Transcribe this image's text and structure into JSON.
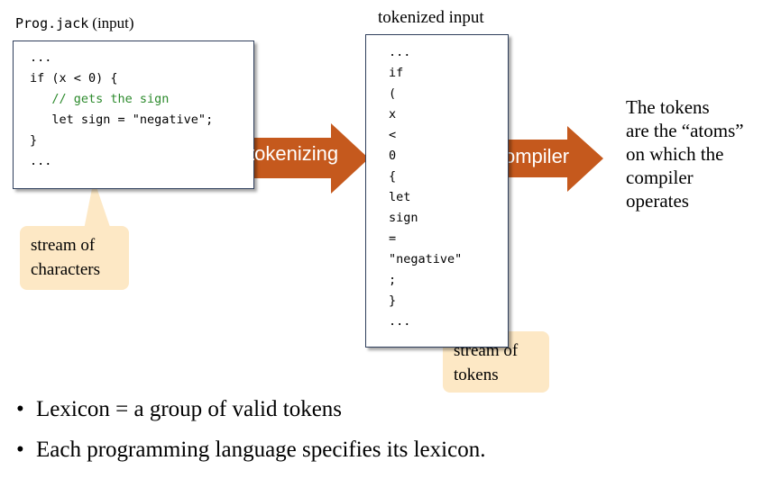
{
  "input_box": {
    "filename": "Prog.jack",
    "note": "(input)",
    "code_lines": [
      {
        "text": "..."
      },
      {
        "text": "if (x < 0) {"
      },
      {
        "text": "   // gets the sign",
        "kind": "comment"
      },
      {
        "text": "   let sign = \"negative\";"
      },
      {
        "text": "}"
      },
      {
        "text": "..."
      }
    ]
  },
  "callouts": {
    "characters": "stream of characters",
    "tokens": "stream of tokens"
  },
  "arrows": {
    "tokenizing": "tokenizing",
    "compiler": "compiler",
    "color": "#c5591d"
  },
  "tokenized": {
    "title": "tokenized input",
    "tokens": [
      "...",
      "if",
      "(",
      "x",
      "<",
      "0",
      "{",
      "let",
      "sign",
      "=",
      "\"negative\"",
      ";",
      "}",
      "..."
    ]
  },
  "side_note": [
    "The tokens",
    "are the “atoms”",
    "on which the",
    "compiler",
    "operates"
  ],
  "bullets": [
    "Lexicon = a group of valid tokens",
    "Each programming language specifies its lexicon."
  ],
  "colors": {
    "box_border": "#2f3f5c",
    "callout_fill": "#fde8c5",
    "comment": "#2c8a2c"
  }
}
